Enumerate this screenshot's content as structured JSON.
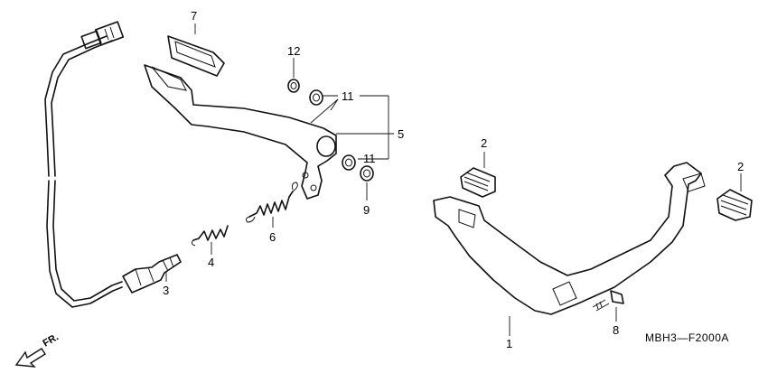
{
  "diagram": {
    "callouts": {
      "p1": "1",
      "p2a": "2",
      "p2b": "2",
      "p3": "3",
      "p4": "4",
      "p5": "5",
      "p6": "6",
      "p7": "7",
      "p8": "8",
      "p9": "9",
      "p11a": "11",
      "p11b": "11",
      "p12": "12"
    },
    "code": "MBH3—F2000A",
    "direction": "FR."
  }
}
